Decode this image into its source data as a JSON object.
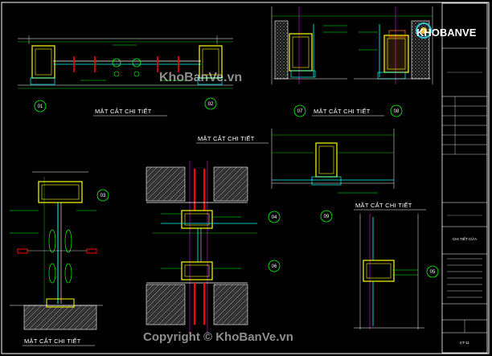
{
  "drawing": {
    "section_titles": [
      "MẶT CẮT CHI TIẾT",
      "MẶT CẮT CHI TIẾT",
      "MẶT CẮT CHI TIẾT",
      "MẶT CẮT CHI TIẾT",
      "MẶT CẮT CHI TIẾT"
    ],
    "detail_bubbles": [
      "01",
      "02",
      "07",
      "08",
      "03",
      "04",
      "09",
      "06",
      "05"
    ],
    "title_block": {
      "sheet_title": "CHI TIẾT CỬA",
      "sheet_number": "KT-11"
    }
  },
  "watermark": {
    "center": "KhoBanVe.vn",
    "copyright": "Copyright © KhoBanVe.vn",
    "logo": "KHOBANVE"
  },
  "colors": {
    "background": "#000000",
    "frame": "#ffffff",
    "profile": "#ffff00",
    "dimension": "#00ff00",
    "glass": "#00ffff",
    "seal": "#ff0000",
    "grid": "#ff00ff",
    "logo_accent": "#2ec4d6"
  }
}
